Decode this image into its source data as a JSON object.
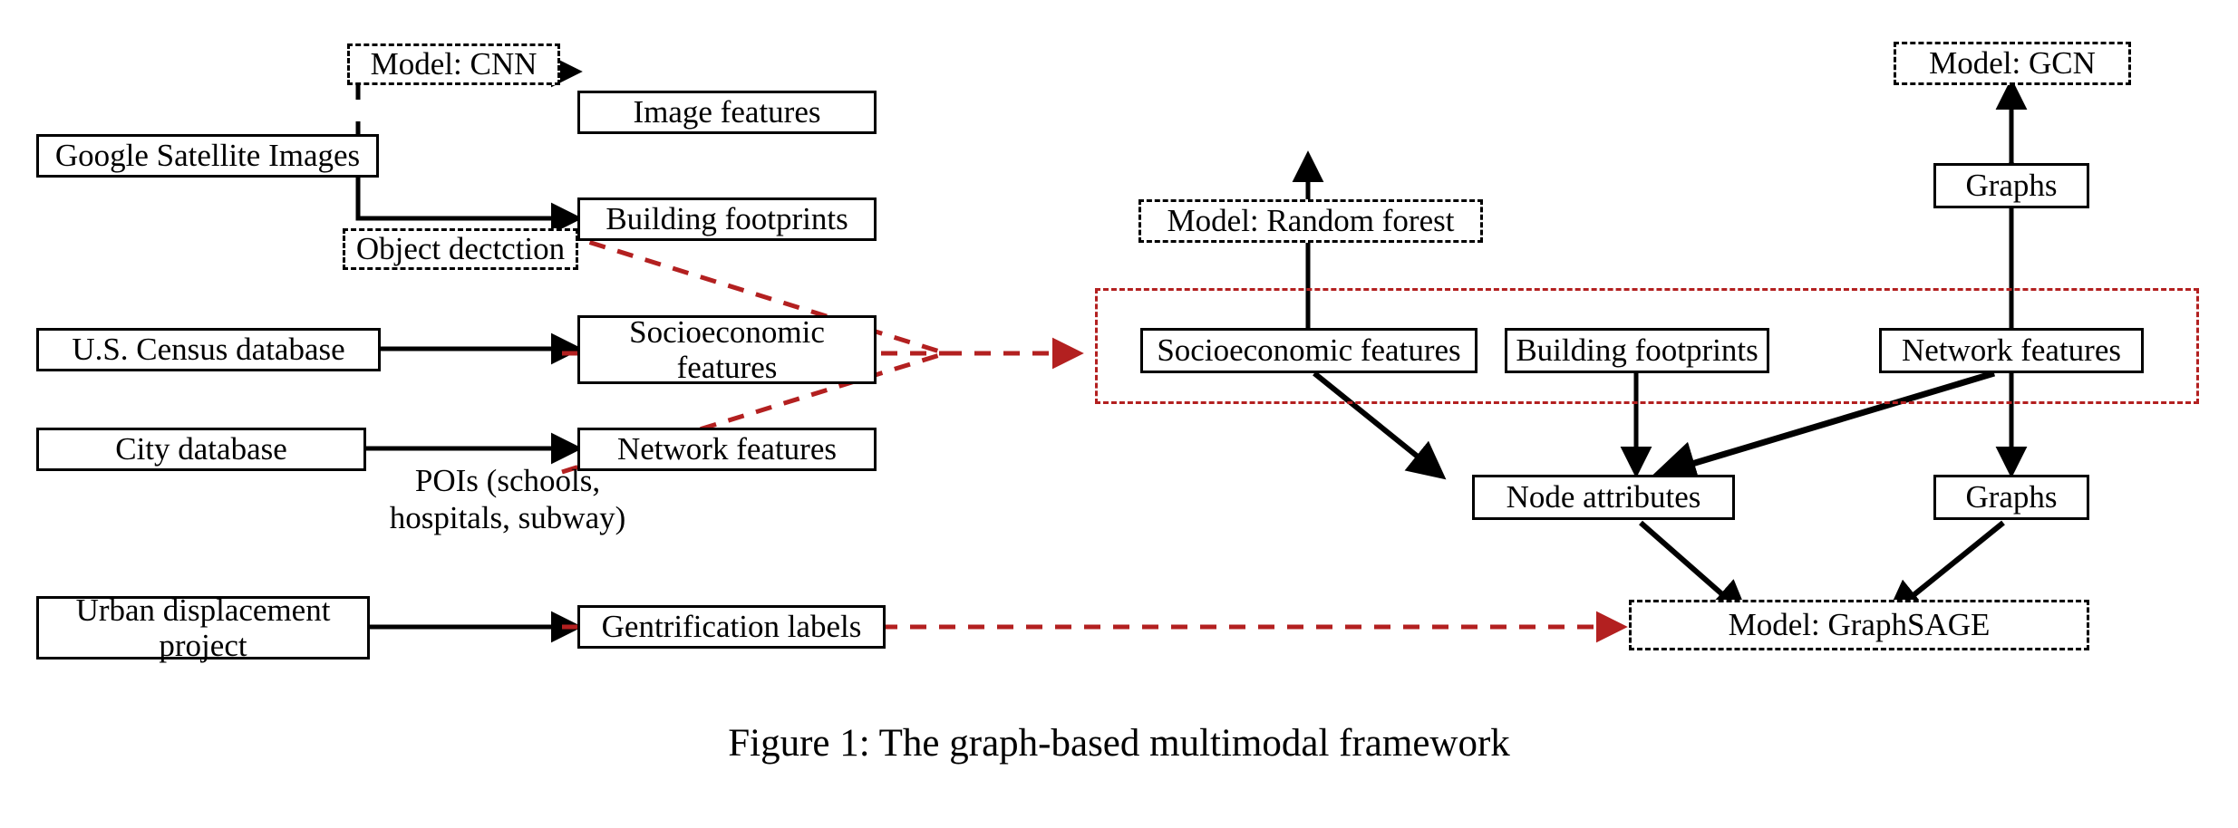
{
  "figure": {
    "caption": "Figure 1: The graph-based multimodal framework",
    "accent_red": "#b32020",
    "line_black": "#000000"
  },
  "sources": [
    {
      "id": "google-satellite-images",
      "label": "Google Satellite Images"
    },
    {
      "id": "us-census-database",
      "label": "U.S. Census database"
    },
    {
      "id": "city-database",
      "label": "City database"
    },
    {
      "id": "urban-displacement-project",
      "label": "Urban displacement\nproject"
    }
  ],
  "left_models": [
    {
      "id": "model-cnn",
      "label": "Model: CNN"
    },
    {
      "id": "object-detection",
      "label": "Object dectction"
    }
  ],
  "left_features": [
    {
      "id": "image-features",
      "label": "Image  features"
    },
    {
      "id": "building-footprints-left",
      "label": "Building  footprints"
    },
    {
      "id": "socioeconomic-features-left",
      "label": "Socioeconomic\nfeatures"
    },
    {
      "id": "network-features-left",
      "label": "Network features"
    },
    {
      "id": "gentrification-labels",
      "label": "Gentrification labels"
    }
  ],
  "edge_labels": [
    {
      "id": "pois-label",
      "label": "POIs (schools,\nhospitals, subway)"
    }
  ],
  "right_models": [
    {
      "id": "model-random-forest",
      "label": "Model: Random forest"
    },
    {
      "id": "model-gcn",
      "label": "Model: GCN"
    },
    {
      "id": "model-graphsage",
      "label": "Model: GraphSAGE"
    }
  ],
  "right_features": [
    {
      "id": "socioeconomic-features-right",
      "label": "Socioeconomic features"
    },
    {
      "id": "building-footprints-right",
      "label": "Building footprints"
    },
    {
      "id": "network-features-right",
      "label": "Network features"
    },
    {
      "id": "graphs-top",
      "label": "Graphs"
    },
    {
      "id": "graphs-bottom",
      "label": "Graphs"
    },
    {
      "id": "node-attributes",
      "label": "Node attributes"
    }
  ]
}
